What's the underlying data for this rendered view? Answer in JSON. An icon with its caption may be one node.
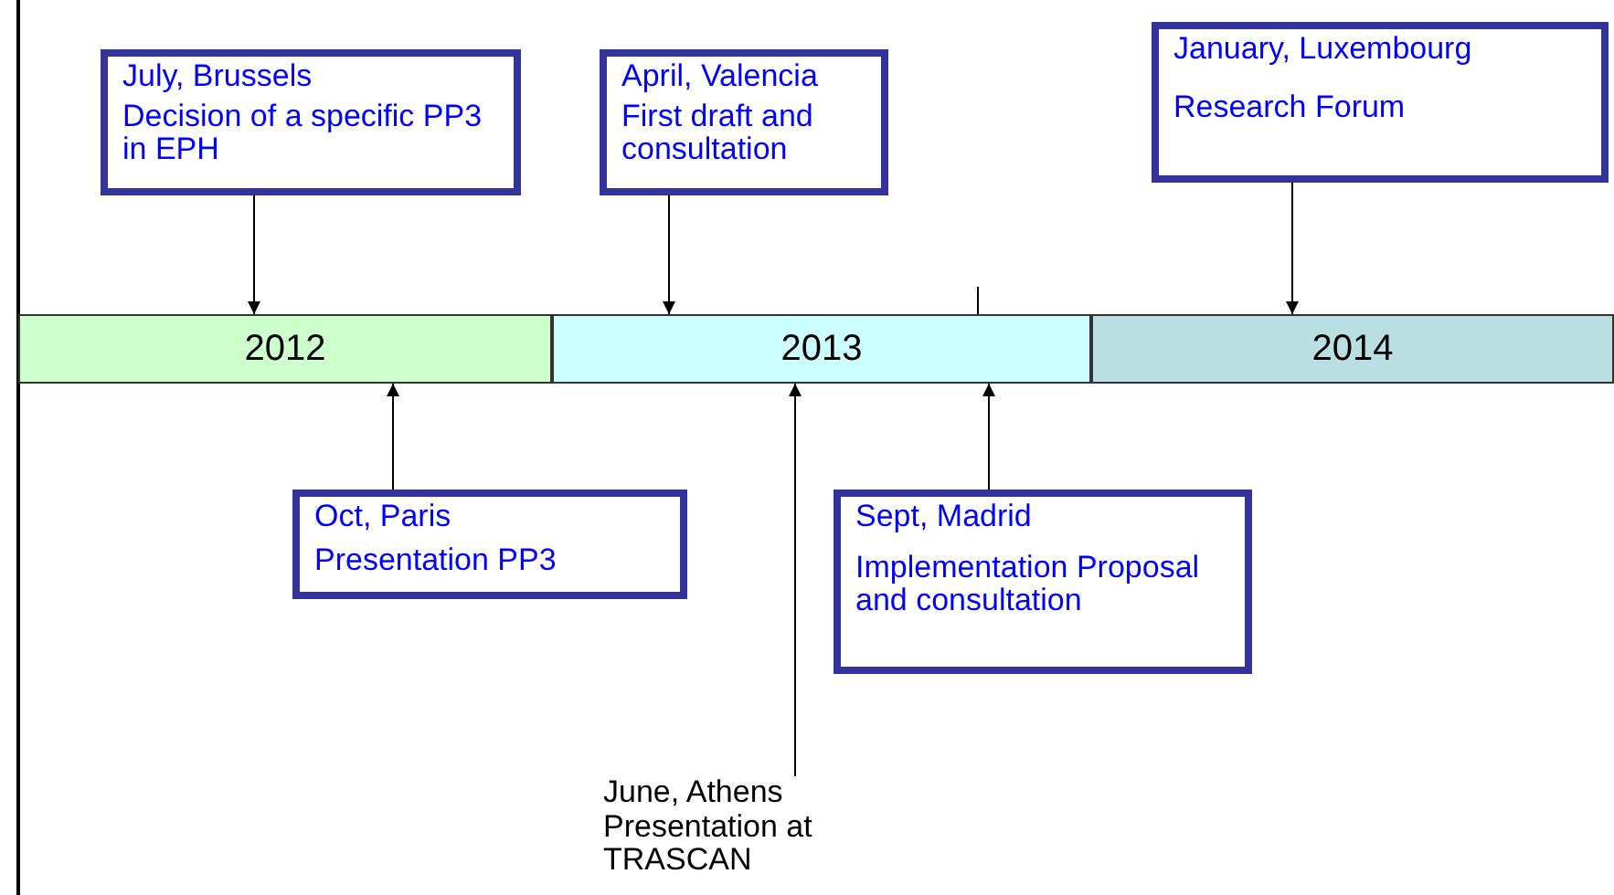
{
  "diagram": {
    "nodes": [
      {
        "text": [
          "July, Brussels",
          "Decision of a specific PP3 in EPH"
        ]
      },
      {
        "text": [
          "April, Valencia",
          "First draft and consultation"
        ]
      },
      {
        "text": [
          "January, Luxembourg",
          "Research Forum"
        ]
      },
      {
        "text": [
          "2012"
        ]
      },
      {
        "text": [
          "2013"
        ]
      },
      {
        "text": [
          "2014"
        ]
      },
      {
        "text": [
          "Oct, Paris",
          "Presentation PP3"
        ]
      },
      {
        "text": [
          "Sept, Madrid",
          "Implementation Proposal and consultation"
        ]
      },
      {
        "text": [
          "June, Athens Presentation at TRASCAN"
        ]
      }
    ],
    "edges": [
      {
        "from": 0,
        "to": 3,
        "arrow": "to"
      },
      {
        "from": 1,
        "to": 4,
        "arrow": "to"
      },
      {
        "from": 2,
        "to": 5,
        "arrow": "to"
      },
      {
        "from": 6,
        "to": 3,
        "arrow": "to"
      },
      {
        "from": 8,
        "to": 4,
        "arrow": "to"
      },
      {
        "from": 7,
        "to": 4,
        "arrow": "to"
      }
    ]
  }
}
